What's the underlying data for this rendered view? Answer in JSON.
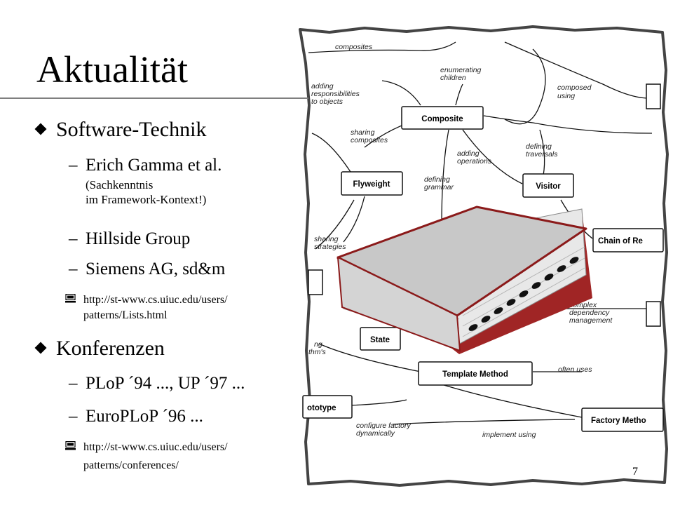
{
  "slide": {
    "title": "Aktualität",
    "page_number": "7",
    "bullets": [
      {
        "label": "Software-Technik",
        "items": [
          {
            "text": "Erich Gamma et al.",
            "note": [
              "(Sachkenntnis",
              "im Framework-Kontext!)"
            ]
          },
          {
            "text": "Hillside Group"
          },
          {
            "text": "Siemens AG, sd&m"
          }
        ],
        "link": [
          "http://st-www.cs.uiuc.edu/users/",
          "patterns/Lists.html"
        ]
      },
      {
        "label": "Konferenzen",
        "items": [
          {
            "text": "PLoP ´94 ..., UP ´97 ..."
          },
          {
            "text": "EuroPLoP ´96 ..."
          }
        ],
        "link": [
          "http://st-www.cs.uiuc.edu/users/",
          "patterns/conferences/"
        ]
      }
    ]
  },
  "diagram": {
    "boxes": {
      "composite": "Composite",
      "flyweight": "Flyweight",
      "visitor": "Visitor",
      "chain": "Chain of Re",
      "state": "State",
      "template": "Template Method",
      "prototype": "ototype",
      "factory": "Factory Metho"
    },
    "labels": {
      "composites": "composites",
      "enumerating_1": "enumerating",
      "enumerating_2": "children",
      "adding_resp_1": "adding",
      "adding_resp_2": "responsibilities",
      "adding_resp_3": "to objects",
      "composed_1": "composed",
      "composed_2": "using",
      "sharing_comp_1": "sharing",
      "sharing_comp_2": "composites",
      "adding_ops_1": "adding",
      "adding_ops_2": "operations",
      "defining_trav_1": "defining",
      "defining_trav_2": "traversals",
      "defining_gram_1": "defining",
      "defining_gram_2": "grammar",
      "sharing_strat_1": "sharing",
      "sharing_strat_2": "strategies",
      "complex_1": "complex",
      "complex_2": "dependency",
      "complex_3": "management",
      "ng_1": "ng",
      "ng_2": "thm's",
      "often_uses": "often uses",
      "configure_1": "configure factory",
      "configure_2": "dynamically",
      "implement": "implement using"
    }
  },
  "colors": {
    "book_cover": "#c8c8c8",
    "book_spine": "#8b1a1a",
    "book_pages": "#e8e8e8",
    "title_rule": "#7f7f7f"
  },
  "icons": {
    "bullet": "diamond-icon",
    "link": "computer-icon"
  }
}
